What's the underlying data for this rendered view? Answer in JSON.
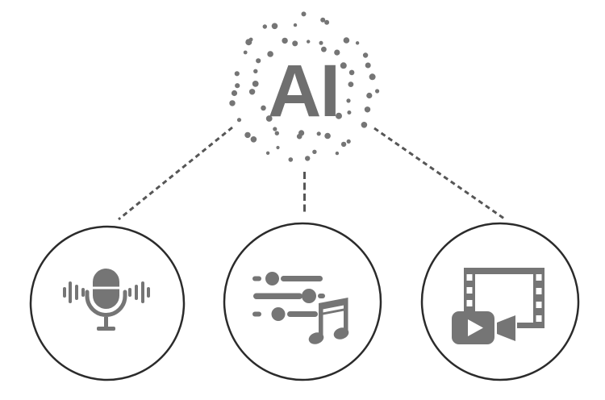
{
  "diagram": {
    "hub": {
      "label": "AI",
      "icon": "dotted-ring-icon"
    },
    "connectors": [
      {
        "name": "connector-left",
        "style": "dashed"
      },
      {
        "name": "connector-center",
        "style": "dashed"
      },
      {
        "name": "connector-right",
        "style": "dashed"
      }
    ],
    "nodes": [
      {
        "name": "voice-audio-node",
        "icon": "microphone-sound-waves-icon"
      },
      {
        "name": "music-mixing-node",
        "icon": "mixer-sliders-music-note-icon"
      },
      {
        "name": "video-node",
        "icon": "video-camera-film-strip-icon"
      }
    ],
    "colors": {
      "icon_gray": "#757575",
      "hub_text_gray": "#6f6f6f",
      "connector_gray": "#565656",
      "circle_stroke": "#2b2b2b",
      "background": "#ffffff"
    }
  }
}
